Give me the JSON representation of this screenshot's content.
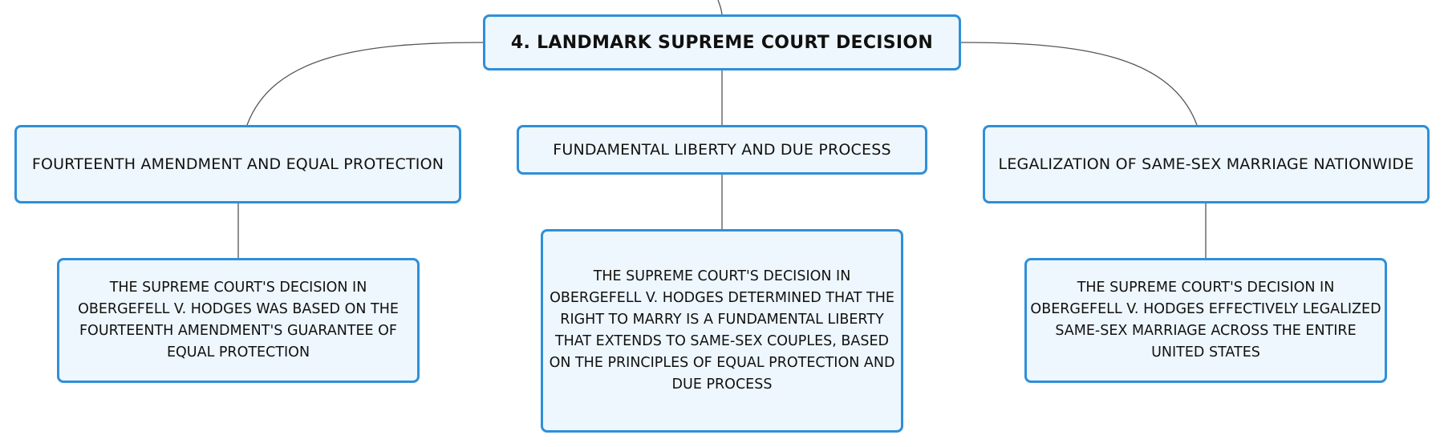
{
  "mindmap": {
    "root": {
      "label": "4. LANDMARK SUPREME COURT DECISION"
    },
    "topics": [
      {
        "label": "FOURTEENTH AMENDMENT AND EQUAL PROTECTION",
        "detail": "THE SUPREME COURT'S DECISION IN OBERGEFELL V. HODGES WAS BASED ON THE FOURTEENTH AMENDMENT'S GUARANTEE OF EQUAL PROTECTION"
      },
      {
        "label": "FUNDAMENTAL LIBERTY AND DUE PROCESS",
        "detail": "THE SUPREME COURT'S DECISION IN OBERGEFELL V. HODGES DETERMINED THAT THE RIGHT TO MARRY IS A FUNDAMENTAL LIBERTY THAT EXTENDS TO SAME-SEX COUPLES, BASED ON THE PRINCIPLES OF EQUAL PROTECTION AND DUE PROCESS"
      },
      {
        "label": "LEGALIZATION OF SAME-SEX MARRIAGE NATIONWIDE",
        "detail": "THE SUPREME COURT'S DECISION IN OBERGEFELL V. HODGES EFFECTIVELY LEGALIZED SAME-SEX MARRIAGE ACROSS THE ENTIRE UNITED STATES"
      }
    ]
  },
  "colors": {
    "node_border": "#2f8fd8",
    "node_fill": "#eef7fd",
    "connector": "#555555",
    "text": "#111111"
  }
}
